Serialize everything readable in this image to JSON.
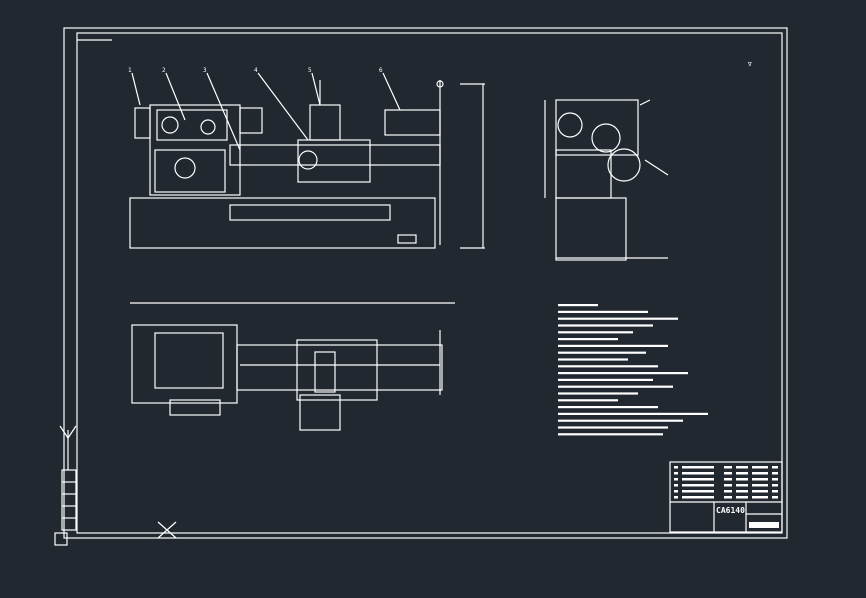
{
  "drawing": {
    "title": "CA6140",
    "roughness_mark": "∇",
    "callouts": [
      "1",
      "2",
      "3",
      "4",
      "5",
      "6"
    ]
  },
  "notes": {
    "line_count": 20
  },
  "colors": {
    "background": "#212830",
    "lines": "#ffffff"
  }
}
